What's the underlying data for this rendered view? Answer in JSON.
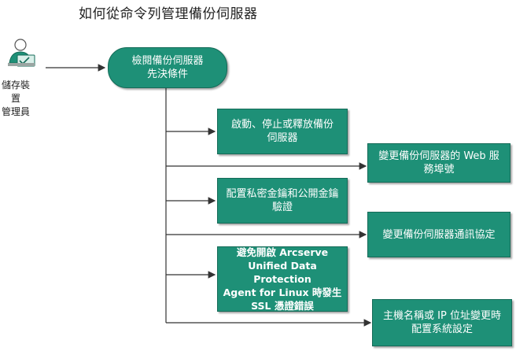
{
  "title": "如何從命令列管理備份伺服器",
  "actor": {
    "icon": "storage-admin-icon",
    "label_line1": "儲存裝置",
    "label_line2": "管理員"
  },
  "start": {
    "line1": "檢閱備份伺服器",
    "line2": "先決條件"
  },
  "steps": [
    {
      "id": "start-stop-release",
      "lines": [
        "啟動、停止或釋放備份",
        "伺服器"
      ]
    },
    {
      "id": "change-web-port",
      "lines": [
        "變更備份伺服器的 Web 服",
        "務埠號"
      ]
    },
    {
      "id": "configure-keys",
      "lines": [
        "配置私密金鑰和公開金鑰",
        "驗證"
      ]
    },
    {
      "id": "change-protocol",
      "lines": [
        "變更備份伺服器通訊協定"
      ]
    },
    {
      "id": "avoid-ssl-error",
      "lines": [
        "避免開啟 Arcserve",
        "Unified Data Protection",
        "Agent for Linux 時發生",
        "SSL 憑證錯誤"
      ]
    },
    {
      "id": "host-ip-change",
      "lines": [
        "主機名稱或 IP 位址變更時",
        "配置系統設定"
      ]
    }
  ],
  "colors": {
    "box": "#1e9077",
    "line": "#333333"
  }
}
